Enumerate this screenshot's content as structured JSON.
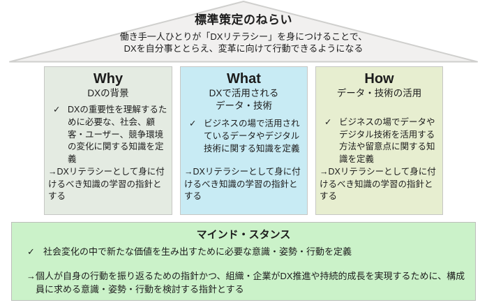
{
  "roof": {
    "title": "標準策定のねらい",
    "subtitle_line1": "働き手一人ひとりが「DXリテラシー」を身につけることで、",
    "subtitle_line2": "DXを自分事ととらえ、変革に向けて行動できるようになる"
  },
  "columns": [
    {
      "heading": "Why",
      "subheading": "DXの背景",
      "subheading2": "",
      "bullet": "DXの重要性を理解するために必要な、社会、顧客・ユーザー、競争環境の変化に関する知識を定義",
      "arrow_note": "→DXリテラシーとして身に付けるべき知識の学習の指針とする",
      "bg": "#e4ebe2"
    },
    {
      "heading": "What",
      "subheading": "DXで活用される",
      "subheading2": "データ・技術",
      "bullet": "ビジネスの場で活用されているデータやデジタル技術に関する知識を定義",
      "arrow_note": "→DXリテラシーとして身に付けるべき知識の学習の指針とする",
      "bg": "#c8ebf4"
    },
    {
      "heading": "How",
      "subheading": "データ・技術の活用",
      "subheading2": "",
      "bullet": "ビジネスの場でデータやデジタル技術を活用する方法や留意点に関する知識を定義",
      "arrow_note": "→DXリテラシーとして身に付けるべき知識の学習の指針とする",
      "bg": "#e7eed0"
    }
  ],
  "footer": {
    "title": "マインド・スタンス",
    "bullet": "社会変化の中で新たな価値を生み出すために必要な意識・姿勢・行動を定義",
    "arrow_note": "→個人が自身の行動を振り返るための指針かつ、組織・企業がDX推進や持続的成長を実現するために、構成員に求める意識・姿勢・行動を検討する指針とする",
    "bg": "#cbf2c9"
  },
  "icons": {
    "check": "✓"
  },
  "colors": {
    "roof_fill": "#f1f0ef",
    "roof_stroke": "#cfcfcd",
    "box_border": "#c6c7c4",
    "text": "#1c1c1c"
  }
}
